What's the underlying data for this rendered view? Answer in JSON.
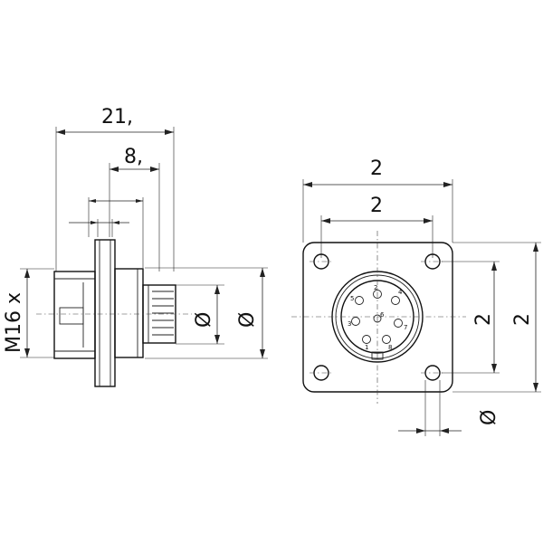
{
  "side_view": {
    "dim_overall_length": "21,",
    "dim_body_length": "8,",
    "dim_thread": "M16 x",
    "dim_inner_diameter": "Ø",
    "dim_outer_diameter": "Ø"
  },
  "front_view": {
    "dim_flange_width": "2",
    "dim_hole_spacing_horizontal": "2",
    "dim_hole_spacing_vertical": "2",
    "dim_flange_height": "2",
    "dim_hole_diameter": "Ø",
    "pin_labels": [
      "1",
      "2",
      "3",
      "4",
      "5",
      "6",
      "7",
      "8"
    ]
  }
}
